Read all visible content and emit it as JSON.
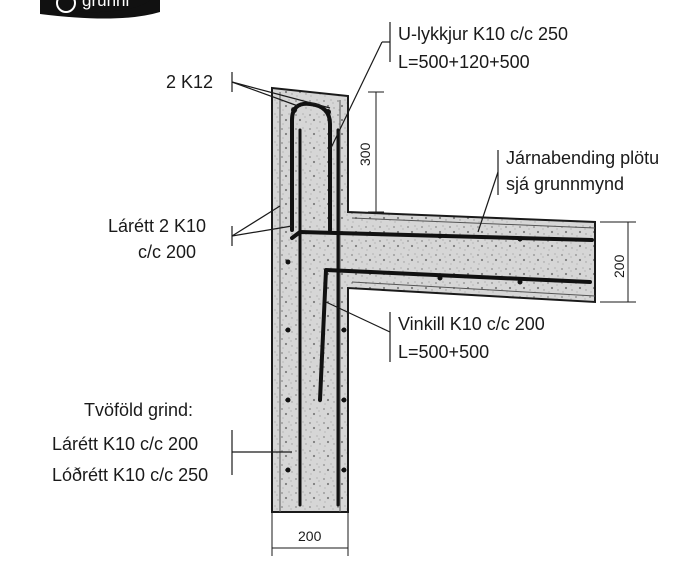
{
  "logo": {
    "text": "grunni"
  },
  "labels": {
    "top_rebar": "2 K12",
    "u_bar_line1": "U-lykkjur K10 c/c 250",
    "u_bar_line2": "L=500+120+500",
    "slab_bending_line1": "Járnabending plötu",
    "slab_bending_line2": "sjá grunnmynd",
    "horizontal_line1": "Lárétt 2 K10",
    "horizontal_line2": "c/c 200",
    "angle_bar_line1": "Vinkill K10 c/c 200",
    "angle_bar_line2": "L=500+500",
    "double_grid_line1": "Tvöföld grind:",
    "double_grid_line2": "Lárétt K10 c/c 200",
    "double_grid_line3": "Lóðrétt K10 c/c 250"
  },
  "dimensions": {
    "wall_top": "300",
    "slab_thickness": "200",
    "wall_width": "200"
  },
  "colors": {
    "ink": "#1a1a1a",
    "concrete": "#d9d9d9",
    "rebar": "#111111"
  }
}
